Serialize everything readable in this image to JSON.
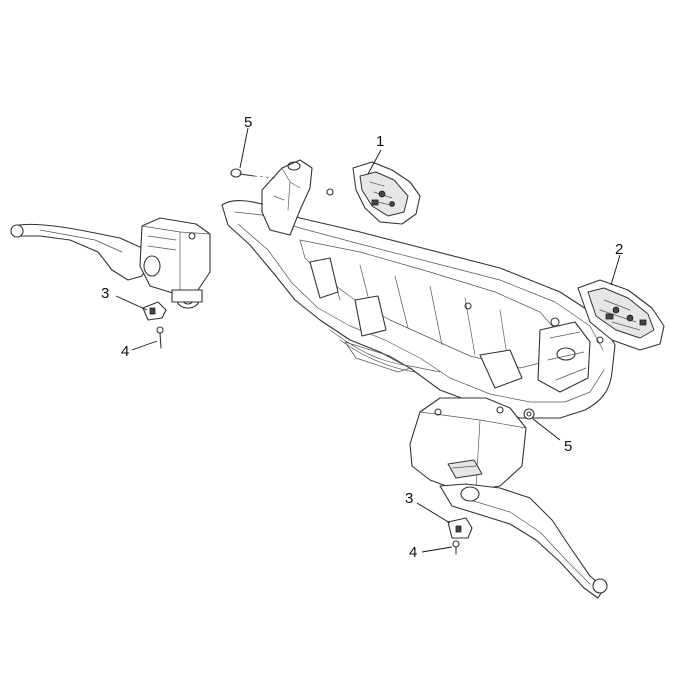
{
  "callouts": {
    "c1": "1",
    "c2": "2",
    "c3_left": "3",
    "c4_left": "4",
    "c5_top": "5",
    "c5_right": "5",
    "c3_right": "3",
    "c4_right": "4"
  }
}
